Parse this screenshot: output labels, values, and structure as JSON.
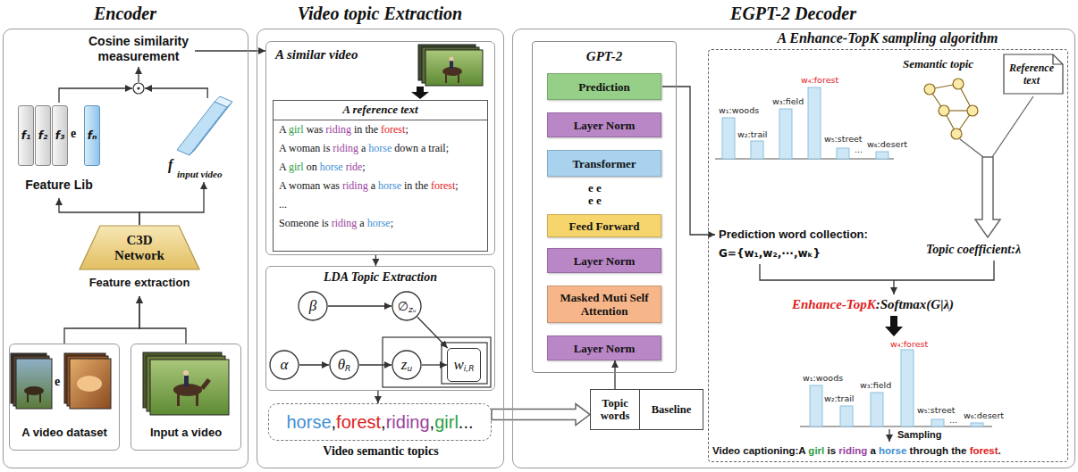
{
  "diagram": {
    "nodes": [
      {
        "text": [
          "Encoder"
        ]
      },
      {
        "text": [
          "Cosine similarity measurement"
        ],
        "in": 0
      },
      {
        "text": [
          "Feature Lib"
        ],
        "in": 0
      },
      {
        "text": [
          "f₁"
        ],
        "in": 2
      },
      {
        "text": [
          "f₂"
        ],
        "in": 2
      },
      {
        "text": [
          "f₃"
        ],
        "in": 2
      },
      {
        "text": [
          "fₙ"
        ],
        "in": 2
      },
      {
        "text": [
          "f",
          "input video"
        ],
        "in": 0
      },
      {
        "text": [
          "C3D Network",
          "Feature extraction"
        ],
        "in": 0
      },
      {
        "text": [
          "A video dataset"
        ],
        "in": 0
      },
      {
        "text": [
          "Input a video"
        ],
        "in": 0
      },
      {
        "text": [
          "Video topic Extraction"
        ]
      },
      {
        "text": [
          "A similar video"
        ],
        "in": 11
      },
      {
        "text": [
          "A reference text",
          "A girl was riding in the forest;",
          "A woman is riding a horse down a trail;",
          "A girl on horse ride;",
          "A woman was riding a horse in the forest;",
          "...",
          "Someone is riding a horse;"
        ],
        "in": 12
      },
      {
        "text": [
          "LDA Topic Extraction"
        ],
        "in": 11
      },
      {
        "text": [
          "β"
        ],
        "in": 14
      },
      {
        "text": [
          "∅",
          "zᵤ"
        ],
        "in": 14
      },
      {
        "text": [
          "α"
        ],
        "in": 14
      },
      {
        "text": [
          "θ",
          "R"
        ],
        "in": 14
      },
      {
        "text": [
          "z",
          "u"
        ],
        "in": 14
      },
      {
        "text": [
          "w",
          "i,R"
        ],
        "in": 14
      },
      {
        "text": [
          "horse,forest,riding,girl...",
          "Video semantic topics"
        ],
        "in": 11
      },
      {
        "text": [
          "EGPT-2 Decoder"
        ]
      },
      {
        "text": [
          "GPT-2"
        ],
        "in": 22
      },
      {
        "text": [
          "Prediction"
        ],
        "in": 23
      },
      {
        "text": [
          "Layer Norm"
        ],
        "in": 23
      },
      {
        "text": [
          "Transformer"
        ],
        "in": 23
      },
      {
        "text": [
          "Feed Forward"
        ],
        "in": 23
      },
      {
        "text": [
          "Layer Norm"
        ],
        "in": 23
      },
      {
        "text": [
          "Masked Muti Self Attention"
        ],
        "in": 23
      },
      {
        "text": [
          "Layer Norm"
        ],
        "in": 23
      },
      {
        "text": [
          "Topic words"
        ],
        "in": 22
      },
      {
        "text": [
          "Baseline"
        ],
        "in": 22
      },
      {
        "text": [
          "A Enhance-TopK sampling algorithm"
        ],
        "in": 22
      },
      {
        "text": [
          "Reference text"
        ],
        "in": 33
      }
    ],
    "edges": [
      {
        "from": 9,
        "to": 8,
        "arrow": "to"
      },
      {
        "from": 10,
        "to": 8,
        "arrow": "to"
      },
      {
        "from": 8,
        "to": 2,
        "arrow": "to"
      },
      {
        "from": 8,
        "to": 7,
        "arrow": "to"
      },
      {
        "from": 2,
        "to": 1,
        "arrow": "to"
      },
      {
        "from": 7,
        "to": 1,
        "arrow": "to"
      },
      {
        "from": 1,
        "to": 12,
        "arrow": "to"
      },
      {
        "from": 12,
        "to": 14,
        "arrow": "to"
      },
      {
        "from": 14,
        "to": 21,
        "arrow": "to"
      },
      {
        "from": 15,
        "to": 16,
        "arrow": "to"
      },
      {
        "from": 16,
        "to": 20,
        "arrow": "to"
      },
      {
        "from": 17,
        "to": 18,
        "arrow": "to"
      },
      {
        "from": 18,
        "to": 19,
        "arrow": "to"
      },
      {
        "from": 19,
        "to": 20,
        "arrow": "to"
      },
      {
        "from": 21,
        "to": 31,
        "arrow": "to"
      },
      {
        "from": 31,
        "to": 30,
        "arrow": "to"
      }
    ],
    "labels": [
      "e",
      "e",
      "e e",
      "e e",
      "w₁:woods",
      "w₂:trail",
      "w₃:field",
      "w₄:forest",
      "w₅:street",
      "...",
      "w₆:desert",
      "Semantic topic",
      "Prediction word collection:",
      "G={w₁,w₂,···,wₖ}",
      "Topic coefficient:λ",
      "Enhance-TopK",
      ":Softmax(G|λ)",
      "w₄:forest",
      "w₁:woods",
      "w₂:trail",
      "w₃:field",
      "w₅:street",
      "...",
      "w₆:desert",
      "Sampling",
      "Video captioning:A girl is riding a horse through the forest."
    ]
  }
}
